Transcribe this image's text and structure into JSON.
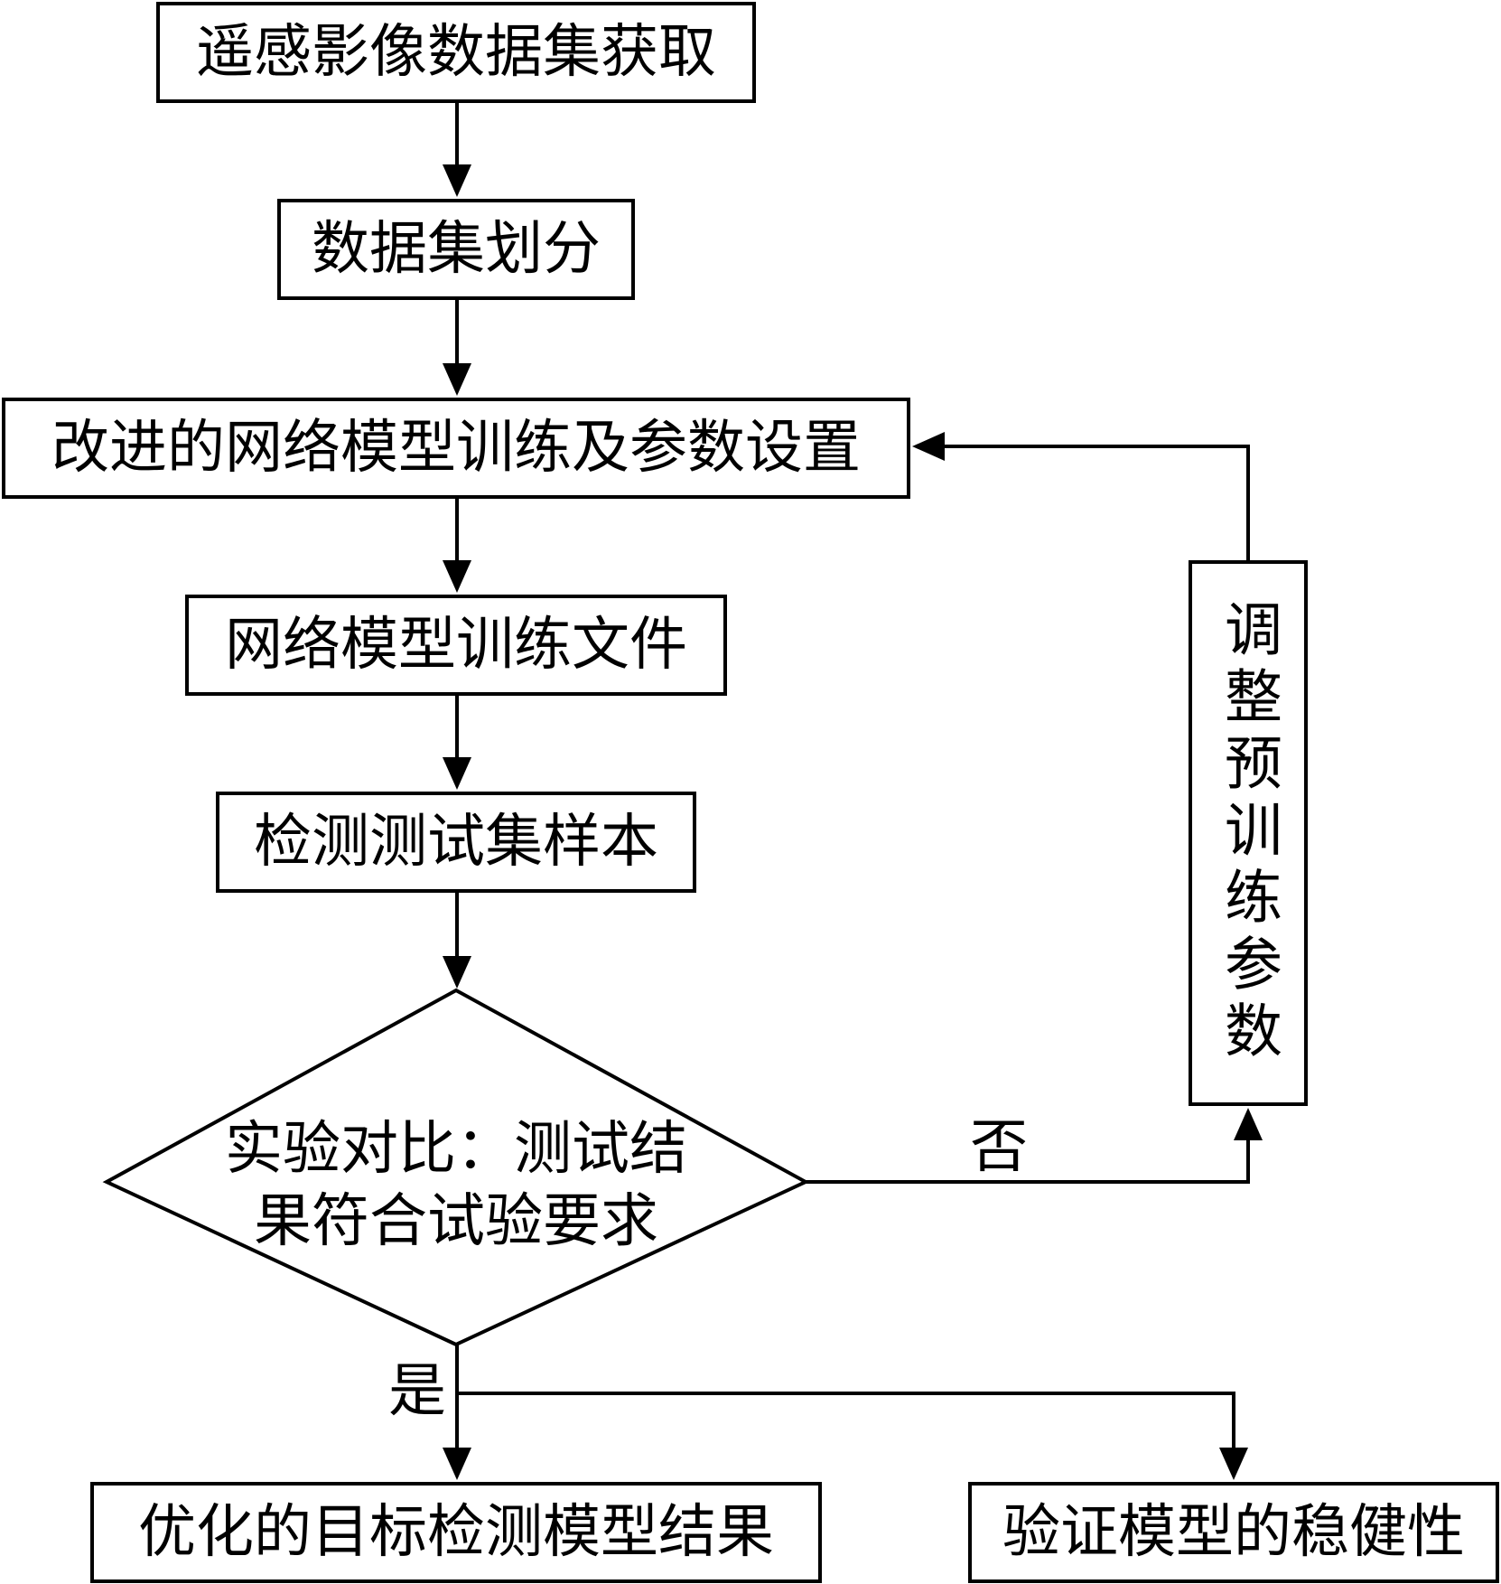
{
  "nodes": {
    "acquire": "遥感影像数据集获取",
    "split": "数据集划分",
    "train": "改进的网络模型训练及参数设置",
    "weights": "网络模型训练文件",
    "detect": "检测测试集样本",
    "decision_line1": "实验对比：测试结",
    "decision_line2": "果符合试验要求",
    "adjust": "调整预训练参数",
    "result": "优化的目标检测模型结果",
    "robust": "验证模型的稳健性"
  },
  "edges": {
    "no": "否",
    "yes": "是"
  }
}
